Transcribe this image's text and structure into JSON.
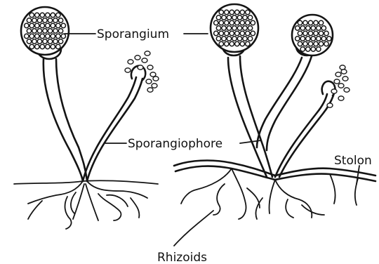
{
  "labels": {
    "sporangium": "Sporangium",
    "sporangiophore": "Sporangiophore",
    "stolon": "Stolon",
    "rhizoids": "Rhizoids"
  }
}
